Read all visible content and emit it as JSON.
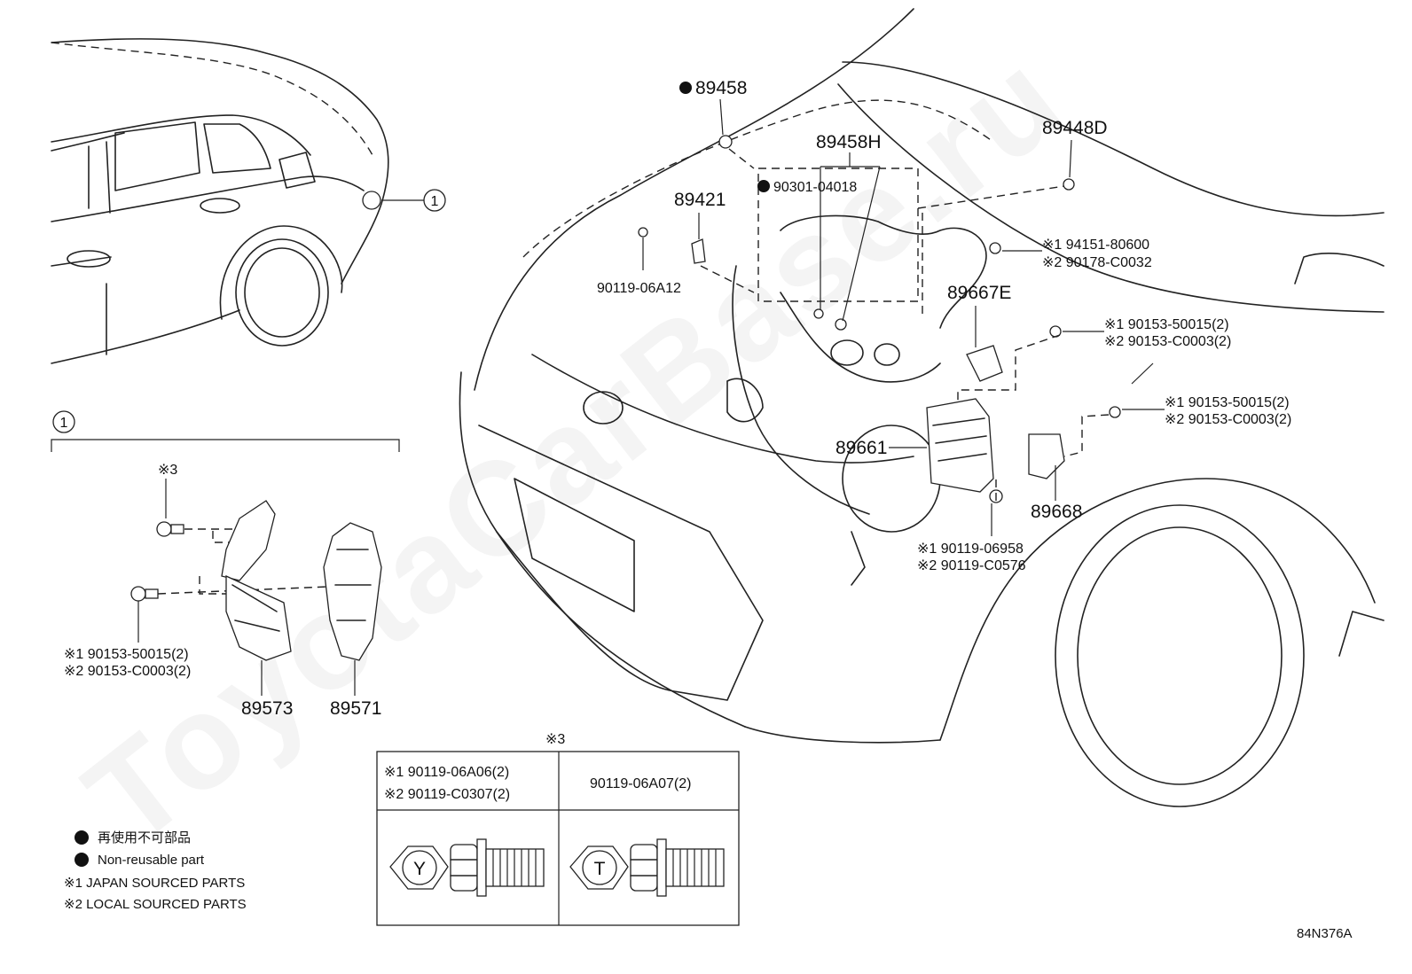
{
  "watermark": "ToyotaCarBase.ru",
  "callout_circle": "1",
  "detail_box_marker": "1",
  "parts": {
    "p89458": "89458",
    "p89458H": "89458H",
    "p90301": "90301-04018",
    "p89421": "89421",
    "p90119_06A12": "90119-06A12",
    "p89448D": "89448D",
    "j94151": "※1 94151-80600",
    "l90178": "※2 90178-C0032",
    "p89667E": "89667E",
    "j90153_a": "※1 90153-50015(2)",
    "l90153_a": "※2 90153-C0003(2)",
    "j90153_b": "※1 90153-50015(2)",
    "l90153_b": "※2 90153-C0003(2)",
    "p89661": "89661",
    "p89668": "89668",
    "j90119_06958": "※1 90119-06958",
    "l90119_C0576": "※2 90119-C0576",
    "mark3": "※3",
    "j90153_c": "※1 90153-50015(2)",
    "l90153_c": "※2 90153-C0003(2)",
    "p89573": "89573",
    "p89571": "89571"
  },
  "bolt_table": {
    "title": "※3",
    "left_line1": "※1 90119-06A06(2)",
    "left_line2": "※2 90119-C0307(2)",
    "right_line1": "90119-06A07(2)",
    "left_head_letter": "Y",
    "right_head_letter": "T"
  },
  "legend": {
    "jp": "再使用不可部品",
    "en": "Non-reusable part",
    "note1": "※1 JAPAN SOURCED PARTS",
    "note2": "※2 LOCAL SOURCED PARTS"
  },
  "figure_code": "84N376A"
}
